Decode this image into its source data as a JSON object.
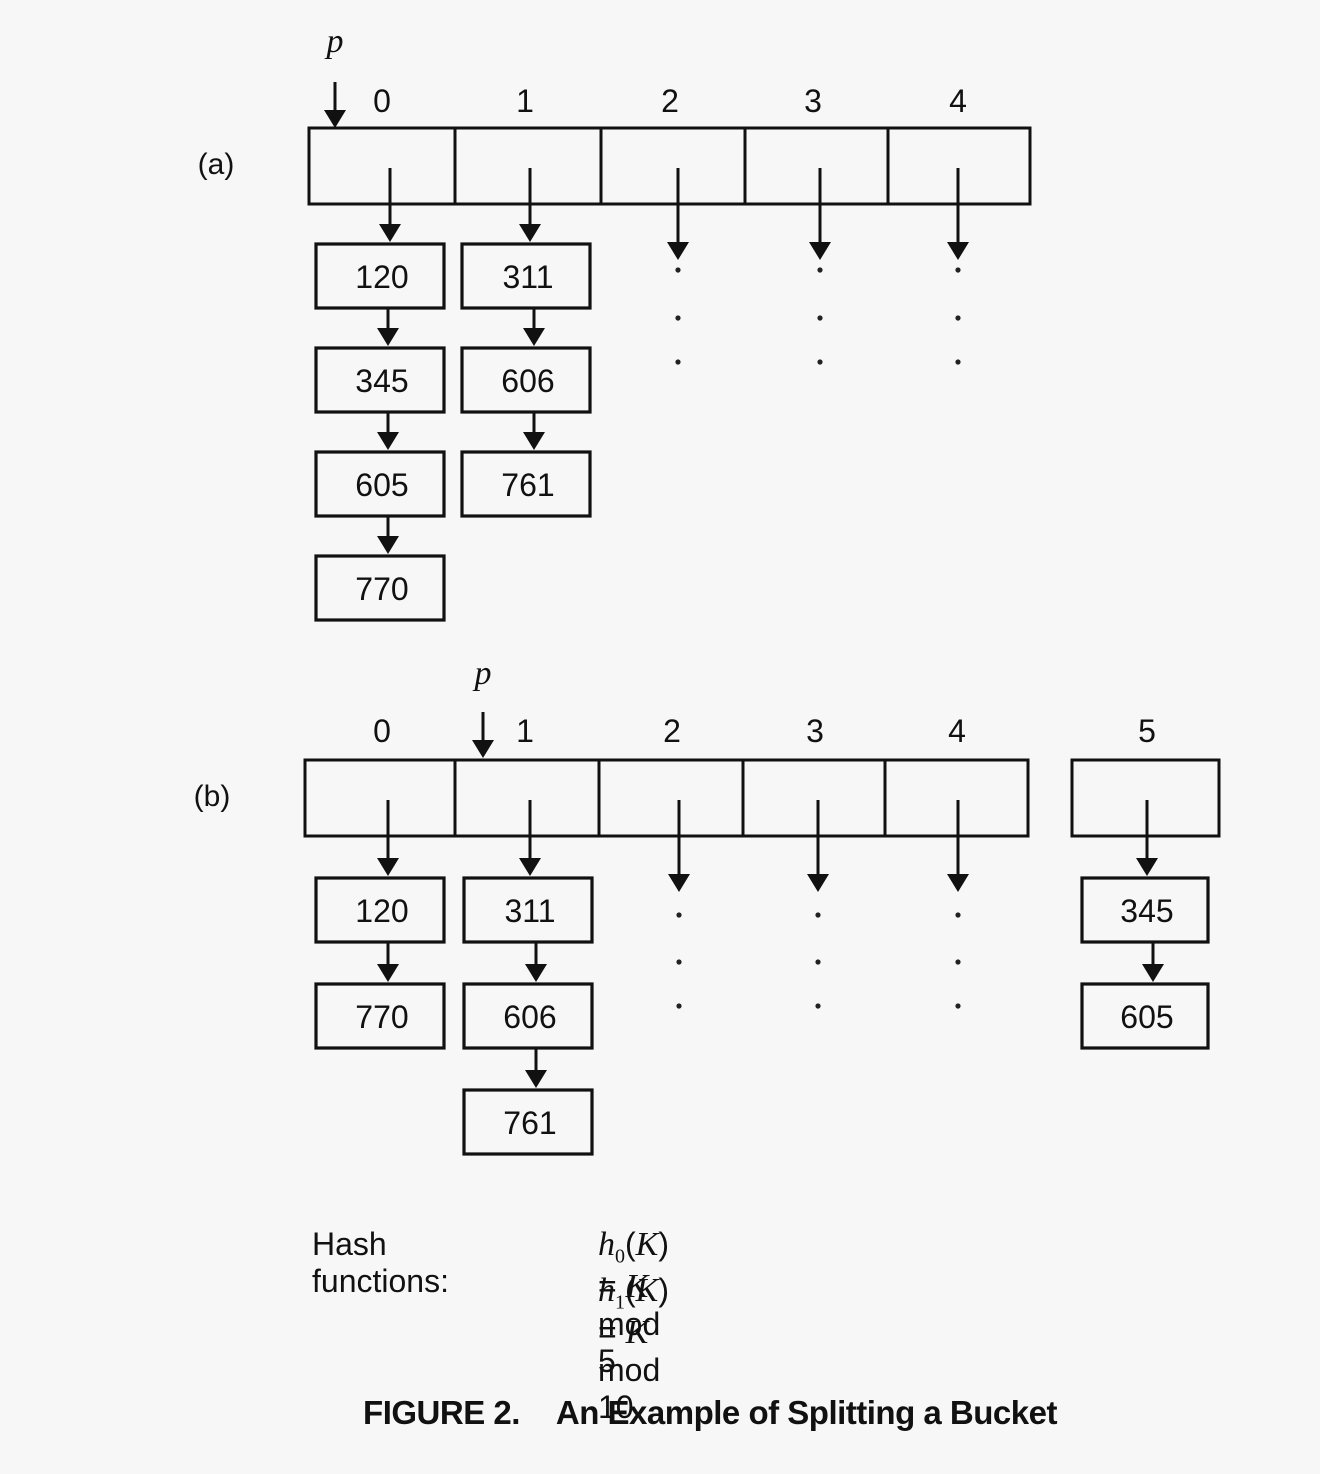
{
  "pointer_label": "p",
  "part_a": {
    "label": "(a)",
    "indices": [
      "0",
      "1",
      "2",
      "3",
      "4"
    ],
    "pointer_at": 0,
    "chains": [
      [
        "120",
        "345",
        "605",
        "770"
      ],
      [
        "311",
        "606",
        "761"
      ]
    ],
    "ellipsis_buckets": [
      2,
      3,
      4
    ]
  },
  "part_b": {
    "label": "(b)",
    "indices": [
      "0",
      "1",
      "2",
      "3",
      "4",
      "5"
    ],
    "pointer_at": 1,
    "chains": [
      [
        "120",
        "770"
      ],
      [
        "311",
        "606",
        "761"
      ],
      [
        "345",
        "605"
      ]
    ],
    "ellipsis_buckets": [
      2,
      3,
      4
    ]
  },
  "hash": {
    "label": "Hash functions:",
    "h0": {
      "fn": "h",
      "sub": "0",
      "arg": "K",
      "eq": "=",
      "var": "K",
      "op": "mod 5"
    },
    "h1": {
      "fn": "h",
      "sub": "1",
      "arg": "K",
      "eq": "=",
      "var": "K",
      "op": "mod 10"
    }
  },
  "caption": {
    "number": "FIGURE 2.",
    "title": "An Example of Splitting a Bucket"
  }
}
